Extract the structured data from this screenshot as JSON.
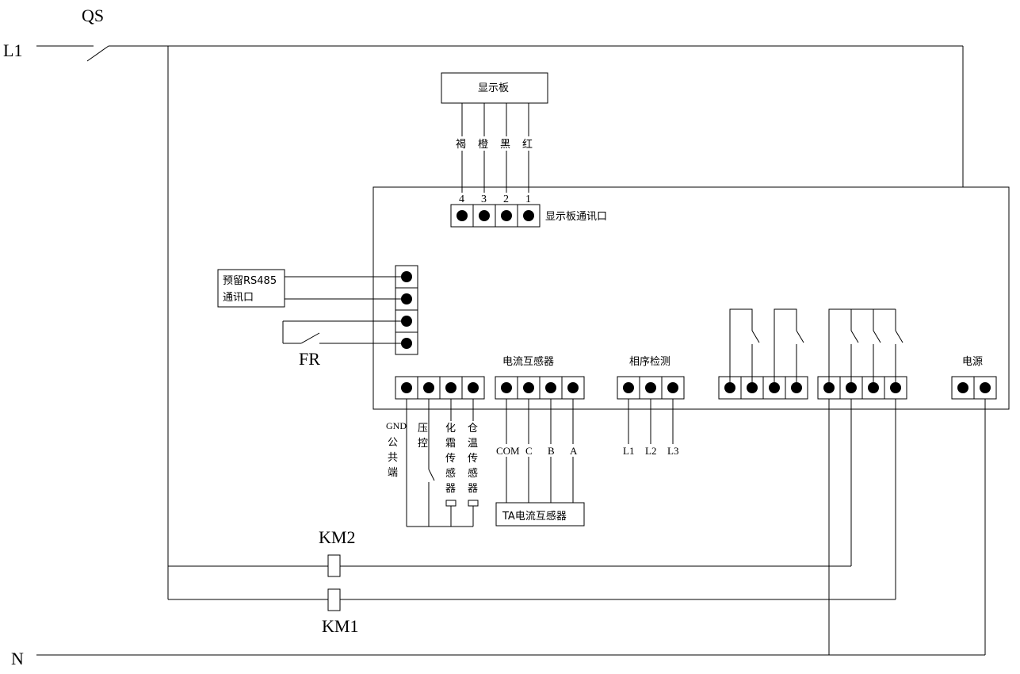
{
  "labels": {
    "qs": "QS",
    "l1": "L1",
    "n": "N",
    "fr": "FR",
    "km1": "KM1",
    "km2": "KM2",
    "display_board": "显示板",
    "display_comm": "显示板通讯口",
    "rs485_line1": "预留RS485",
    "rs485_line2": "通讯口",
    "ct_title": "电流互感器",
    "phase_title": "相序检测",
    "power_title": "电源",
    "ta_ct": "TA电流互感器",
    "gnd": "GND"
  },
  "wire_colors": [
    "褐",
    "橙",
    "黑",
    "红"
  ],
  "pin_numbers": [
    "4",
    "3",
    "2",
    "1"
  ],
  "ct_pins": [
    "COM",
    "C",
    "B",
    "A"
  ],
  "phase_pins": [
    "L1",
    "L2",
    "L3"
  ],
  "vertical_labels": {
    "common": [
      "公",
      "共",
      "端"
    ],
    "pressure": [
      "压",
      "控"
    ],
    "defrost": [
      "化",
      "霜",
      "传",
      "感",
      "器"
    ],
    "storage": [
      "仓",
      "温",
      "传",
      "感",
      "器"
    ]
  }
}
